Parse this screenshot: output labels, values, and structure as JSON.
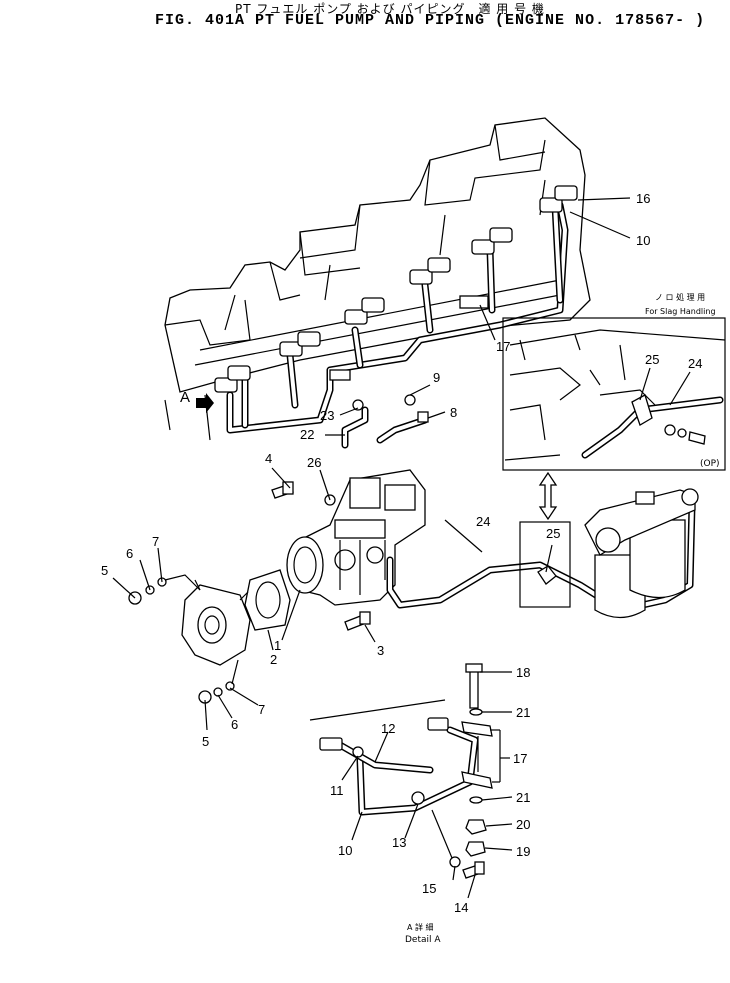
{
  "title": {
    "jp": "PT フュエル ポンプ および パイピング　適 用 号 機",
    "en": "FIG. 401A  PT FUEL PUMP AND PIPING  (ENGINE NO. 178567- )"
  },
  "slag_inset": {
    "jp": "ノ ロ 処 理 用",
    "en": "For Slag Handling",
    "op": "(OP)"
  },
  "detail_a": {
    "arrow_label": "A",
    "jp": "A 詳 細",
    "en": "Detail A"
  },
  "callouts": {
    "n1": "1",
    "n2": "2",
    "n3": "3",
    "n4": "4",
    "n5a": "5",
    "n5b": "5",
    "n6a": "6",
    "n6b": "6",
    "n7a": "7",
    "n7b": "7",
    "n8": "8",
    "n9": "9",
    "n10a": "10",
    "n10b": "10",
    "n11": "11",
    "n12": "12",
    "n13": "13",
    "n14": "14",
    "n15": "15",
    "n16": "16",
    "n17a": "17",
    "n17b": "17",
    "n18": "18",
    "n19": "19",
    "n20": "20",
    "n21a": "21",
    "n21b": "21",
    "n22": "22",
    "n23": "23",
    "n24a": "24",
    "n24b": "24",
    "n25a": "25",
    "n25b": "25",
    "n26": "26"
  }
}
